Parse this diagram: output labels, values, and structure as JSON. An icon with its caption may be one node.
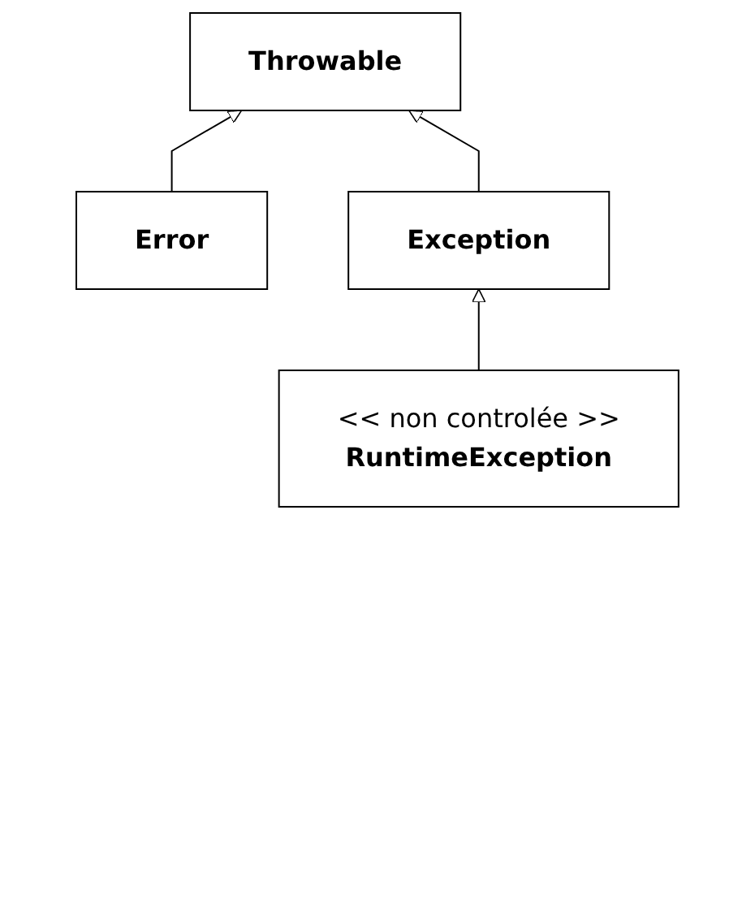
{
  "diagram": {
    "nodes": [
      {
        "text": [
          "Throwable"
        ]
      },
      {
        "text": [
          "Error"
        ]
      },
      {
        "text": [
          "Exception"
        ]
      },
      {
        "text": [
          "<< non controlée >>",
          "RuntimeException"
        ]
      }
    ],
    "edges": [
      {
        "from": 1,
        "to": 0,
        "arrow": "to"
      },
      {
        "from": 2,
        "to": 0,
        "arrow": "to"
      },
      {
        "from": 3,
        "to": 2,
        "arrow": "to"
      }
    ]
  }
}
